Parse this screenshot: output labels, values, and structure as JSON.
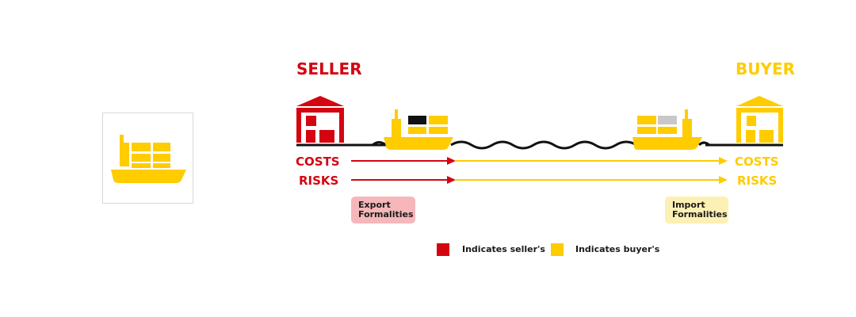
{
  "colors": {
    "seller": "#d40511",
    "buyer": "#ffcc00",
    "export_box": "#f5b7ba",
    "import_box": "#fdf0b4",
    "line": "#111111"
  },
  "seller": {
    "title": "SELLER"
  },
  "buyer": {
    "title": "BUYER"
  },
  "labels": {
    "costs": "COSTS",
    "risks": "RISKS"
  },
  "export": {
    "line1": "Export",
    "line2": "Formalities"
  },
  "import": {
    "line1": "Import",
    "line2": "Formalities"
  },
  "legend": {
    "seller": "Indicates seller's",
    "buyer": "Indicates buyer's"
  },
  "icons": {
    "card": "cargo-ship-icon",
    "seller_building": "warehouse-icon",
    "buyer_building": "warehouse-icon",
    "ships": "cargo-ship-icon"
  }
}
